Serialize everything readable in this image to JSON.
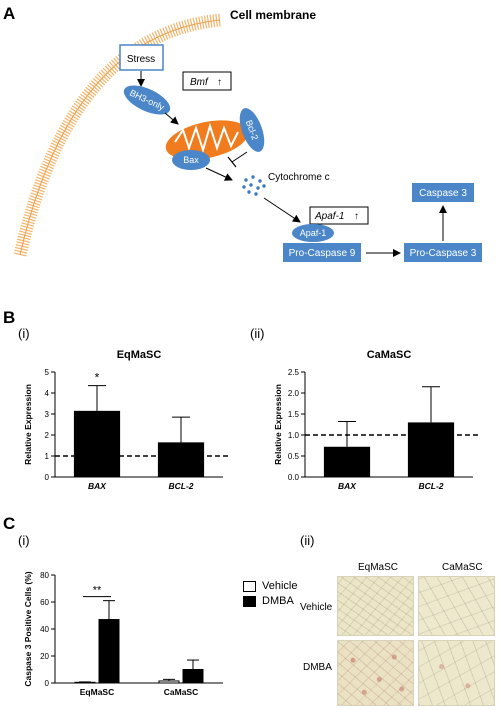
{
  "panelA": {
    "letter": "A",
    "cell_membrane": "Cell membrane",
    "stress": "Stress",
    "bh3": "BH3-only",
    "bmf": "Bmf",
    "bcl2": "Bcl-2",
    "bax": "Bax",
    "cytochrome": "Cytochrome c",
    "apaf_box": "Apaf-1",
    "apaf1": "Apaf-1",
    "procasp9": "Pro-Caspase 9",
    "procasp3": "Pro-Caspase 3",
    "casp3": "Caspase 3",
    "up_arrow": "↑",
    "colors": {
      "membrane": "#F4B46A",
      "mito": "#F07C1E",
      "protein": "#4A86C8",
      "box": "#4A86C8",
      "dots": "#3A78C2"
    }
  },
  "panelB": {
    "letter": "B",
    "sub_i": "(i)",
    "sub_ii": "(ii)",
    "ylabel": "Relative Expression"
  },
  "panelC": {
    "letter": "C",
    "sub_i": "(i)",
    "sub_ii": "(ii)",
    "ylabel": "Caspase 3 Positive Cells (%)",
    "legend_vehicle": "Vehicle",
    "legend_dmba": "DMBA",
    "photo_col1": "EqMaSC",
    "photo_col2": "CaMaSC",
    "photo_row1": "Vehicle",
    "photo_row2": "DMBA"
  },
  "chart_data": [
    {
      "type": "bar",
      "title": "EqMaSC",
      "categories": [
        "BAX",
        "BCL-2"
      ],
      "values": [
        3.15,
        1.65
      ],
      "errors": [
        1.2,
        1.2
      ],
      "ylabel": "Relative Expression",
      "ylim": [
        0,
        5
      ],
      "yticks": [
        "0",
        "1",
        "2",
        "3",
        "4",
        "5"
      ],
      "reference_line": 1,
      "annotations": [
        "*"
      ]
    },
    {
      "type": "bar",
      "title": "CaMaSC",
      "categories": [
        "BAX",
        "BCL-2"
      ],
      "values": [
        0.72,
        1.3
      ],
      "errors": [
        0.6,
        0.85
      ],
      "ylabel": "Relative Expression",
      "ylim": [
        0,
        2.5
      ],
      "yticks": [
        "0.0",
        "0.5",
        "1.0",
        "1.5",
        "2.0",
        "2.5"
      ],
      "reference_line": 1.0
    },
    {
      "type": "bar",
      "title": "",
      "categories": [
        "EqMaSC",
        "CaMaSC"
      ],
      "series": [
        {
          "name": "Vehicle",
          "values": [
            0.5,
            1.5
          ],
          "errors": [
            0.3,
            1.2
          ]
        },
        {
          "name": "DMBA",
          "values": [
            47,
            10
          ],
          "errors": [
            14,
            7
          ]
        }
      ],
      "ylabel": "Caspase 3 Positive Cells (%)",
      "ylim": [
        0,
        80
      ],
      "yticks": [
        "0",
        "20",
        "40",
        "60",
        "80"
      ],
      "annotations": [
        "**"
      ]
    }
  ]
}
